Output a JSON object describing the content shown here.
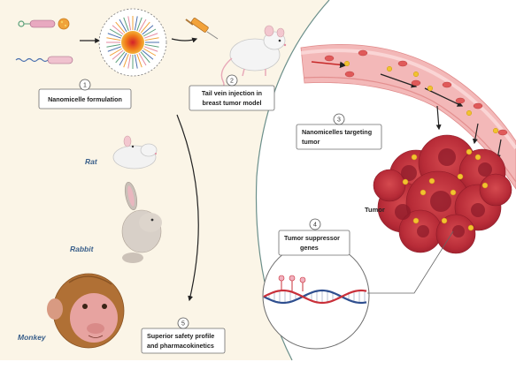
{
  "steps": [
    {
      "number": "1",
      "lines": [
        "Nanomicelle formulation"
      ]
    },
    {
      "number": "2",
      "lines": [
        "Tail vein injection in",
        "breast tumor model"
      ]
    },
    {
      "number": "3",
      "lines": [
        "Nanomicelles targeting",
        "tumor"
      ]
    },
    {
      "number": "4",
      "lines": [
        "Tumor suppressor",
        "genes"
      ]
    },
    {
      "number": "5",
      "lines": [
        "Superior safety profile",
        "and pharmacokinetics"
      ]
    }
  ],
  "species": [
    "Rat",
    "Rabbit",
    "Monkey"
  ],
  "tumor_label": "Tumor",
  "colors": {
    "left_panel": "#fbf5e7",
    "vessel": "#e79a9a",
    "tumor": "#c2333f",
    "nanoparticle": "#f2c230",
    "box_border": "#6c6c6c",
    "dna_blue": "#2f4f8f",
    "dna_red": "#c9303a"
  }
}
